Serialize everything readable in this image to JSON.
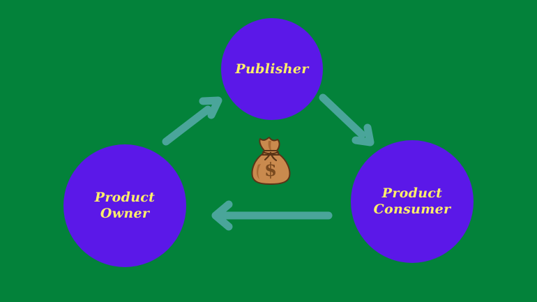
{
  "colors": {
    "background": "#03823a",
    "node_fill": "#5b18e8",
    "node_text": "#fff06a",
    "arrow": "#4aa59a",
    "bag_fill": "#c98a4e",
    "bag_shade": "#a86a33",
    "bag_outline": "#5a3416",
    "bag_symbol": "#7a4a1f"
  },
  "nodes": {
    "publisher": {
      "label": "Publisher"
    },
    "owner": {
      "label": "Product\nOwner"
    },
    "consumer": {
      "label": "Product\nConsumer"
    }
  },
  "center_icon": {
    "name": "money-bag-icon",
    "symbol": "$"
  },
  "flows": [
    {
      "from": "owner",
      "to": "publisher"
    },
    {
      "from": "publisher",
      "to": "consumer"
    },
    {
      "from": "consumer",
      "to": "owner"
    }
  ]
}
